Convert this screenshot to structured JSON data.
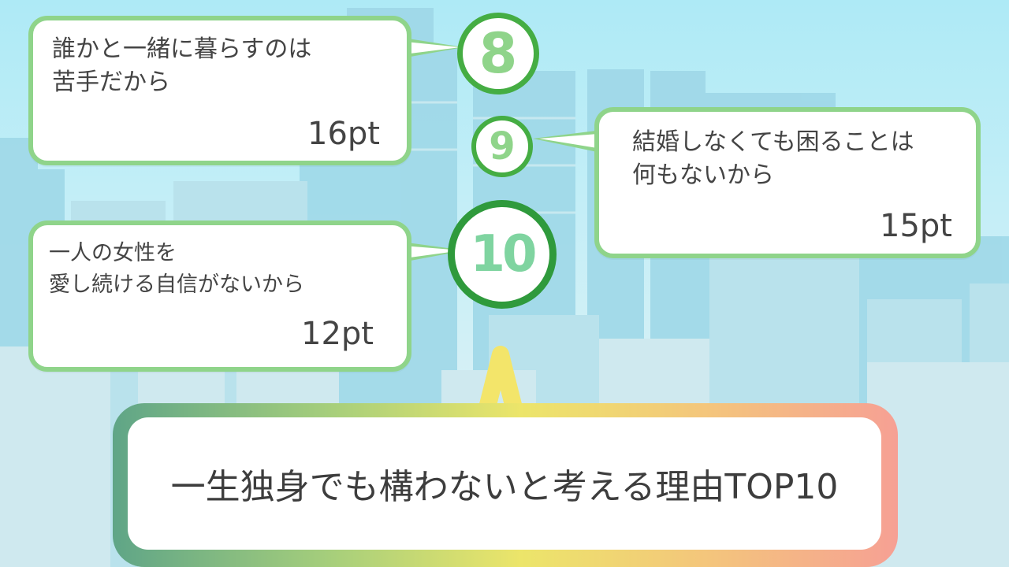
{
  "title": "一生独身でも構わないと考える理由TOP10",
  "items": [
    {
      "rank": "8",
      "reason": "誰かと一緒に暮らすのは\n苦手だから",
      "points": "16pt"
    },
    {
      "rank": "9",
      "reason": "結婚しなくても困ることは\n何もないから",
      "points": "15pt"
    },
    {
      "rank": "10",
      "reason": "一人の女性を\n愛し続ける自信がないから",
      "points": "12pt"
    }
  ],
  "colors": {
    "bubble_border": "#8fd48a",
    "rank_ring": "#45ad43",
    "rank_number": "#8fd48a",
    "rank10_number": "#7fd4a0",
    "pointer": "#f3e56a"
  }
}
